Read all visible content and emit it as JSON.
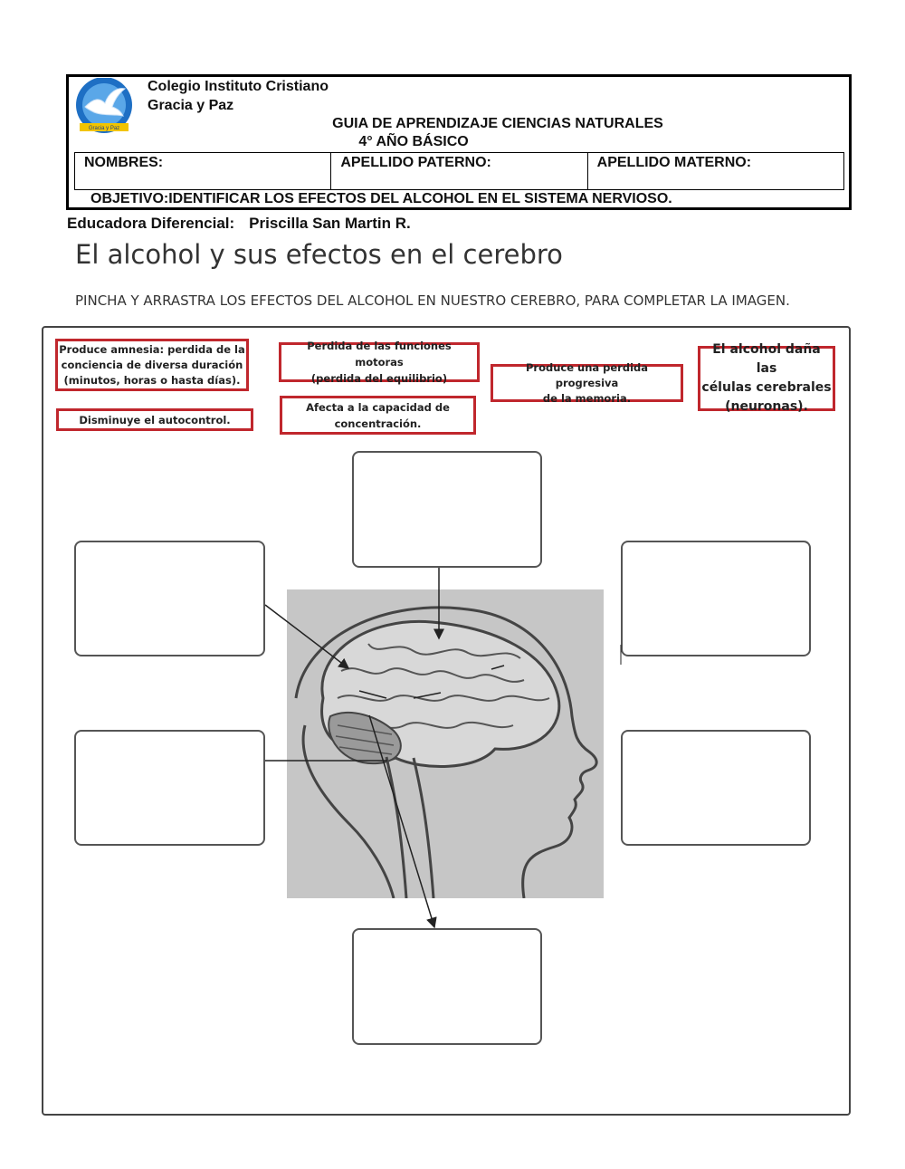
{
  "header": {
    "school_line1": "Colegio Instituto Cristiano",
    "school_line2": "Gracia y Paz",
    "guide_title": "GUIA DE APRENDIZAJE CIENCIAS NATURALES",
    "grade": "4° AÑO BÁSICO",
    "logo_caption": "Gracia y Paz",
    "fields": [
      "NOMBRES:",
      "APELLIDO PATERNO:",
      "APELLIDO MATERNO:"
    ],
    "objective": "OBJETIVO:IDENTIFICAR LOS EFECTOS DEL ALCOHOL EN EL SISTEMA NERVIOSO."
  },
  "educator": {
    "label": "Educadora Diferencial:",
    "name": "Priscilla San Martin R."
  },
  "title": "El alcohol y sus efectos en el cerebro",
  "instruction": "PINCHA Y ARRASTRA LOS EFECTOS DEL ALCOHOL EN NUESTRO CEREBRO, PARA COMPLETAR LA IMAGEN.",
  "cards": {
    "amnesia": [
      "Produce amnesia: perdida de la",
      "conciencia de diversa duración",
      "(minutos, horas o hasta días)."
    ],
    "autocontrol": [
      "Disminuye el autocontrol."
    ],
    "motoras": [
      "Perdida de las funciones motoras",
      "(perdida del equilibrio)"
    ],
    "concentracion": [
      "Afecta a la capacidad de",
      "concentración."
    ],
    "memoria": [
      "Produce una perdida progresiva",
      "de la memoria."
    ],
    "neuronas": [
      "El alcohol daña las",
      "células cerebrales",
      "(neuronas)."
    ]
  },
  "colors": {
    "card_border": "#c0272d",
    "image_background": "#c6c6c6",
    "logo_blue": "#1e6fc4"
  }
}
